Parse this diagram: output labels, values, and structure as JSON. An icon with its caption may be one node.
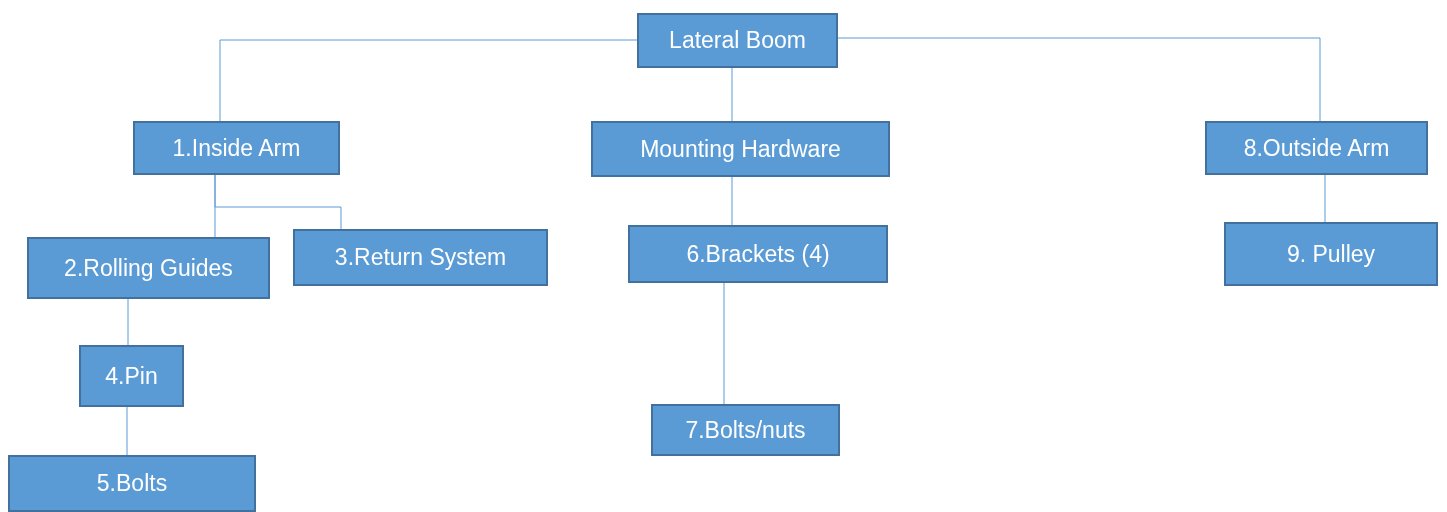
{
  "diagram": {
    "nodes": [
      {
        "text": [
          "Lateral Boom"
        ]
      },
      {
        "text": [
          "1.Inside Arm"
        ]
      },
      {
        "text": [
          "Mounting Hardware"
        ]
      },
      {
        "text": [
          "8.Outside Arm"
        ]
      },
      {
        "text": [
          "2.Rolling Guides"
        ]
      },
      {
        "text": [
          "3.Return System"
        ]
      },
      {
        "text": [
          "6.Brackets (4)"
        ]
      },
      {
        "text": [
          "9. Pulley"
        ]
      },
      {
        "text": [
          "4.Pin"
        ]
      },
      {
        "text": [
          "7.Bolts/nuts"
        ]
      },
      {
        "text": [
          "5.Bolts"
        ]
      }
    ],
    "edges": [
      {
        "from": 0,
        "to": 1,
        "arrow": "none"
      },
      {
        "from": 0,
        "to": 2,
        "arrow": "none"
      },
      {
        "from": 0,
        "to": 3,
        "arrow": "none"
      },
      {
        "from": 1,
        "to": 4,
        "arrow": "none"
      },
      {
        "from": 1,
        "to": 5,
        "arrow": "none"
      },
      {
        "from": 2,
        "to": 6,
        "arrow": "none"
      },
      {
        "from": 3,
        "to": 7,
        "arrow": "none"
      },
      {
        "from": 4,
        "to": 8,
        "arrow": "none"
      },
      {
        "from": 8,
        "to": 10,
        "arrow": "none"
      },
      {
        "from": 6,
        "to": 9,
        "arrow": "none"
      }
    ]
  }
}
